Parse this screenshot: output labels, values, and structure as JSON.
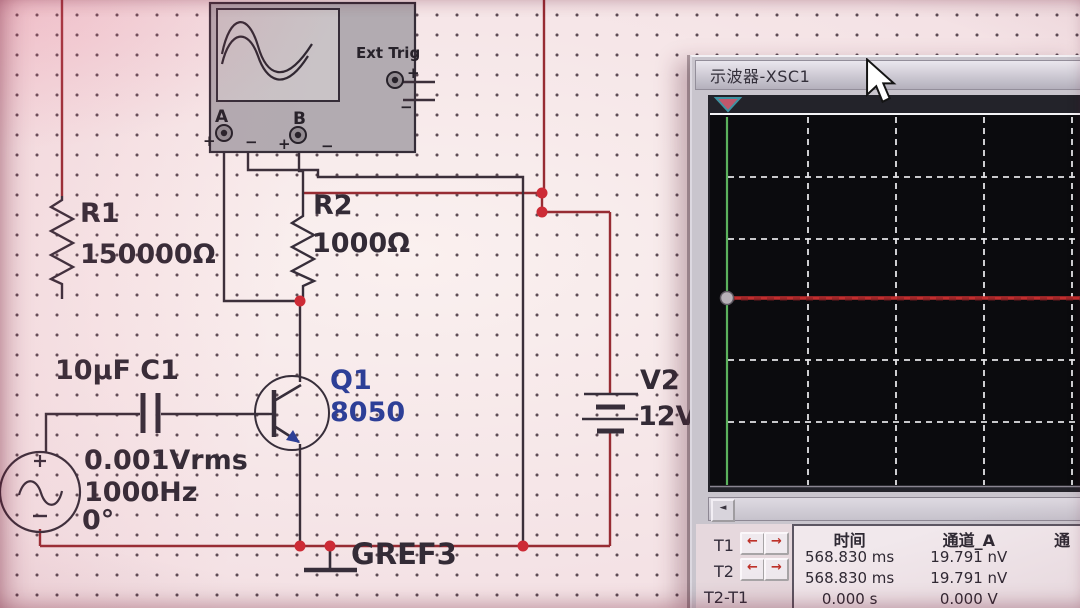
{
  "canvas": {
    "polarity": {
      "plus": "+",
      "minus": "−"
    },
    "components": {
      "r1": {
        "ref": "R1",
        "value": "150000Ω"
      },
      "r2": {
        "ref": "R2",
        "value": "1000Ω"
      },
      "c1": {
        "label": "10µF C1"
      },
      "q1": {
        "ref": "Q1",
        "value": "8050"
      },
      "v2": {
        "ref": "V2",
        "value": "12V"
      },
      "vsource": {
        "amplitude": "0.001Vrms",
        "frequency": "1000Hz",
        "phase": "0°"
      },
      "ground": {
        "ref": "GREF3"
      }
    },
    "scope_icon": {
      "ext_trig_label": "Ext Trig",
      "channel_a_label": "A",
      "channel_b_label": "B"
    },
    "colors": {
      "wire": "#9a2b33",
      "junction": "#d12a35",
      "component_ink": "#372e3a",
      "label_blue": "#2c3f9a"
    }
  },
  "scope_window": {
    "title": "示波器-XSC1",
    "display": {
      "bg": "#0b0b0e",
      "grid": "#e3e3e6",
      "trace": "#c62d2d",
      "cursor": "#59b25a"
    },
    "scrollbar_left_arrow": "◄",
    "table": {
      "headers": {
        "time": "时间",
        "channel_a": "通道_A",
        "channel_b_partial": "通"
      },
      "arrow_left": "←",
      "arrow_right": "→",
      "rows": [
        {
          "label": "T1",
          "time": "568.830 ms",
          "channel_a": "19.791 nV"
        },
        {
          "label": "T2",
          "time": "568.830 ms",
          "channel_a": "19.791 nV"
        },
        {
          "label": "T2-T1",
          "time": "0.000 s",
          "channel_a": "0.000 V"
        }
      ]
    }
  }
}
